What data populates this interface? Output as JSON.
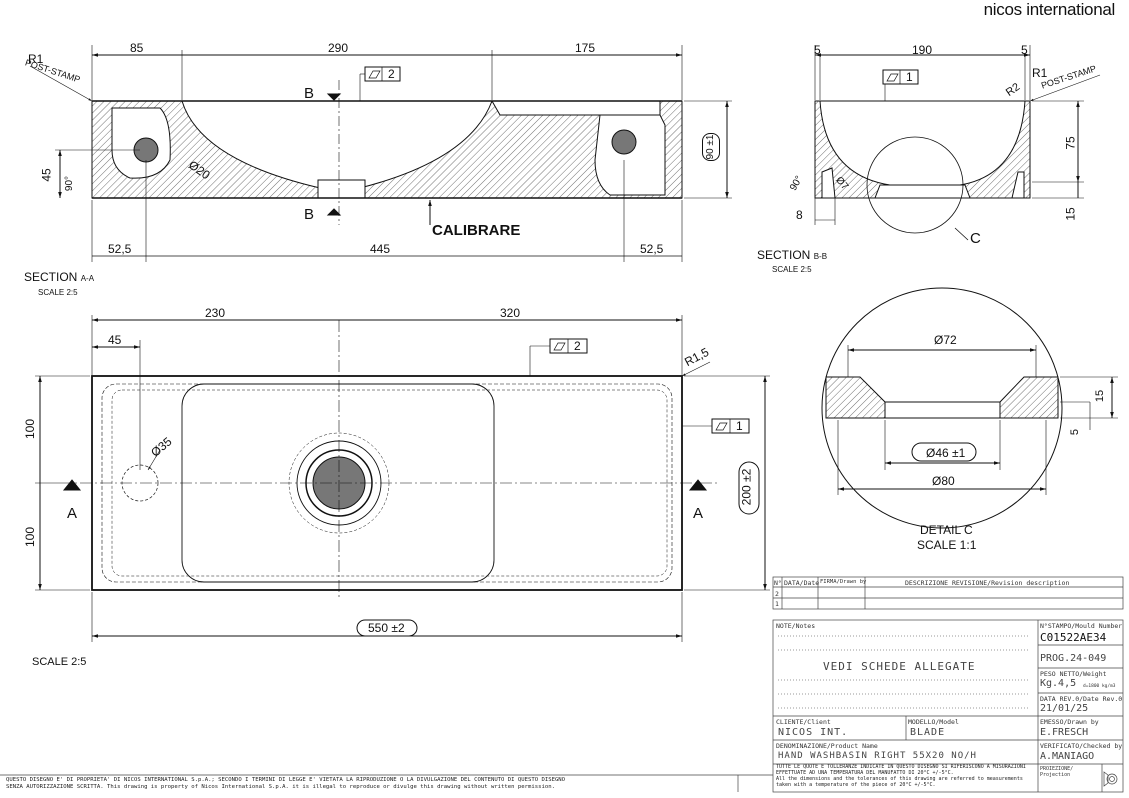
{
  "brand": "nicos international",
  "section_aa": {
    "title": "SECTION",
    "title_suffix": "A-A",
    "scale": "SCALE 2:5",
    "dims": {
      "top_left": "85",
      "top_mid": "290",
      "top_right": "175",
      "bottom_left": "52,5",
      "bottom_mid": "445",
      "bottom_right": "52,5",
      "height_left": "45",
      "angle": "90°",
      "height_right": "90 ±1",
      "hole_dia": "Ø20"
    },
    "radius": "R1",
    "radius_note": "POST-STAMP",
    "flatness": "2",
    "cut_label": "B",
    "callout": "CALIBRARE"
  },
  "section_bb": {
    "title": "SECTION",
    "title_suffix": "B-B",
    "scale": "SCALE 2:5",
    "dims": {
      "top_left": "5",
      "top_mid": "190",
      "top_right": "5",
      "radius2": "R2",
      "height_top": "75",
      "height_bottom": "15",
      "angle": "90°",
      "dia": "Ø7",
      "thickness": "8"
    },
    "radius": "R1",
    "radius_note": "POST-STAMP",
    "flatness": "1",
    "detail_label": "C"
  },
  "plan_view": {
    "scale": "SCALE 2:5",
    "dims": {
      "top_left": "230",
      "top_right": "320",
      "left_offset": "45",
      "radius": "R1,5",
      "hole_dia": "Ø35",
      "height_top": "100",
      "height_bottom": "100",
      "width_total": "550 ±2",
      "height_total": "200 ±2"
    },
    "flatness_top": "2",
    "flatness_right": "1",
    "cut_label": "A"
  },
  "detail_c": {
    "title": "DETAIL C",
    "scale": "SCALE 1:1",
    "dims": {
      "top": "Ø72",
      "mid": "Ø46 ±1",
      "bottom": "Ø80",
      "right_top": "15",
      "right_bottom": "5"
    }
  },
  "revision_table": {
    "headers": [
      "N°",
      "DATA/Date",
      "FIRMA/Drawn by",
      "DESCRIZIONE REVISIONE/Revision description"
    ],
    "rows": [
      "2",
      "1"
    ]
  },
  "title_block": {
    "notes_label": "NOTE/Notes",
    "notes_text": "VEDI SCHEDE ALLEGATE",
    "mould_label": "N°STAMPO/Mould Number",
    "mould_number": "C01522AE34",
    "program": "PROG.24-049",
    "weight_label": "PESO NETTO/Weight",
    "weight_value": "Kg.4,5",
    "weight_density": "d=1800 kg/m3",
    "date_label": "DATA REV.0/Date Rev.0",
    "date_value": "21/01/25",
    "client_label": "CLIENTE/Client",
    "client_value": "NICOS INT.",
    "model_label": "MODELLO/Model",
    "model_value": "BLADE",
    "drawn_label": "EMESSO/Drawn by",
    "drawn_value": "E.FRESCH",
    "product_label": "DENOMINAZIONE/Product Name",
    "product_value": "HAND WASHBASIN RIGHT 55X20 NO/H",
    "checked_label": "VERIFICATO/Checked by",
    "checked_value": "A.MANIAGO",
    "projection_label": "PROIEZIONE/ Projection",
    "tolerance_it": "TUTTE LE QUOTE E TOLLERANZE INDICATE IN QUESTO DISEGNO SI RIFERISCONO A MISURAZIONI EFFETTUATE AD UNA TEMPERATURA DEL MANUFATTO DI 20°C +/-5°C.",
    "tolerance_en": "All the dimensions and the tolerances of this drawing are referred to measurements taken with a temperature of the piece of 20°C +/-5°C."
  },
  "footer": {
    "line1": "QUESTO DISEGNO E' DI PROPRIETA' DI NICOS INTERNATIONAL S.p.A.; SECONDO I TERMINI DI LEGGE E' VIETATA LA RIPRODUZIONE O LA DIVULGAZIONE DEL CONTENUTO DI QUESTO DISEGNO",
    "line2": "SENZA AUTORIZZAZIONE SCRITTA. This drawing is property of Nicos International S.p.A. it is illegal to reproduce or divulge this drawing without written permission."
  }
}
